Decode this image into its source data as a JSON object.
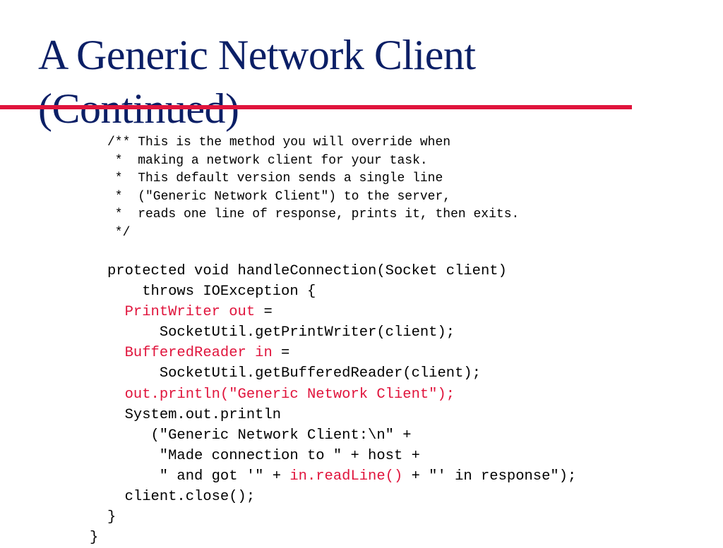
{
  "title": {
    "line1": "A Generic Network Client",
    "line2": "(Continued)"
  },
  "accent_color": "#e0143c",
  "title_color": "#0b1f66",
  "comment_lines": [
    "/** This is the method you will override when",
    " *  making a network client for your task.",
    " *  This default version sends a single line",
    " *  (\"Generic Network Client\") to the server,",
    " *  reads one line of response, prints it, then exits.",
    " */"
  ],
  "code": {
    "l1": "protected void handleConnection(Socket client)",
    "l2": "    throws IOException {",
    "l3_red": "PrintWriter out",
    "l3_rest": " =",
    "l4": "    SocketUtil.getPrintWriter(client);",
    "l5_red": "BufferedReader in",
    "l5_rest": " =",
    "l6": "    SocketUtil.getBufferedReader(client);",
    "l7_red": "out.println(\"Generic Network Client\");",
    "l8": "System.out.println",
    "l9": "     (\"Generic Network Client:\\n\" +",
    "l10": "      \"Made connection to \" + host +",
    "l11_a": "      \" and got '\" + ",
    "l11_red": "in.readLine()",
    "l11_b": " + \"' in response\");",
    "l12": "client.close();",
    "l13": "}",
    "l14": "}"
  }
}
